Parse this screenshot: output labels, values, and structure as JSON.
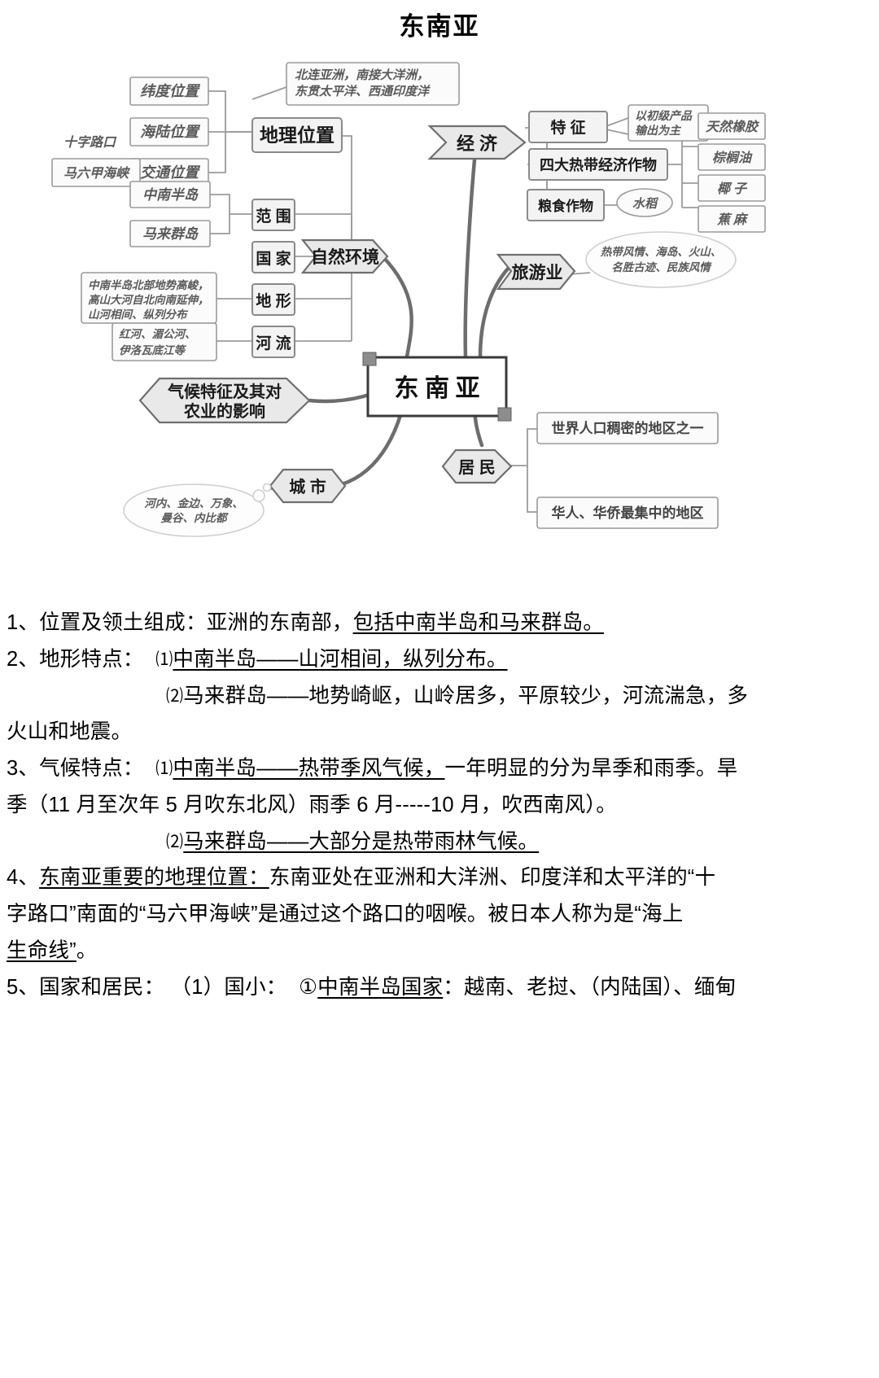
{
  "document": {
    "title": "东南亚"
  },
  "mindmap": {
    "center": "东 南 亚",
    "branches": {
      "geography_position": {
        "label": "地理位置",
        "note": [
          "北连亚洲，南接大洋洲，",
          "东贯太平洋、西通印度洋"
        ],
        "children": [
          {
            "label": "纬度位置"
          },
          {
            "label": "海陆位置"
          },
          {
            "label": "交通位置",
            "notes": [
              "十字路口",
              "马六甲海峡"
            ]
          }
        ]
      },
      "natural_env": {
        "label": "自然环境",
        "children": [
          {
            "label": "范 围",
            "notes": [
              "中南半岛",
              "马来群岛"
            ]
          },
          {
            "label": "国 家",
            "notes": []
          },
          {
            "label": "地 形",
            "notes": [
              "中南半岛北部地势高峻，",
              "高山大河自北向南延伸，",
              "山河相间、纵列分布"
            ]
          },
          {
            "label": "河 流",
            "notes": [
              "红河、湄公河、",
              "伊洛瓦底江等"
            ]
          }
        ]
      },
      "economy": {
        "label": "经 济",
        "children": [
          {
            "label": "特 征",
            "note": [
              "以初级产品",
              "输出为主"
            ]
          },
          {
            "label": "四大热带经济作物",
            "items": [
              "天然橡胶",
              "棕榈油",
              "椰 子",
              "蕉 麻"
            ]
          },
          {
            "label": "粮食作物",
            "items": [
              "水稻"
            ]
          }
        ]
      },
      "tourism": {
        "label": "旅游业",
        "note": [
          "热带风情、海岛、火山、",
          "名胜古迹、民族风情"
        ]
      },
      "residents": {
        "label": "居 民",
        "children": [
          "世界人口稠密的地区之一",
          "华人、华侨最集中的地区"
        ]
      },
      "cities": {
        "label": "城 市",
        "note": [
          "河内、金边、万象、",
          "曼谷、内比都"
        ]
      },
      "climate_agri": {
        "label_line1": "气候特征及其对",
        "label_line2": "农业的影响"
      }
    }
  },
  "notes": {
    "item1": {
      "number": "1、",
      "heading": "位置及领土组成：",
      "lead": "亚洲的东南部，",
      "underlined": "包括中南半岛和马来群岛。"
    },
    "item2": {
      "number": "2、",
      "heading": "地形特点：",
      "sub1_num": "⑴",
      "sub1_text": "中南半岛——山河相间，纵列分布。",
      "sub2_num": "⑵",
      "sub2_text": "马来群岛——地势崎岖，山岭居多，平原较少，河流湍急，多",
      "sub2_cont": "火山和地震。"
    },
    "item3": {
      "number": "3、",
      "heading": "气候特点：",
      "sub1_num": "⑴",
      "sub1_underlined": "中南半岛——热带季风气候，",
      "sub1_rest": "一年明显的分为旱季和雨季。旱",
      "sub1_cont": "季（11 月至次年 5 月吹东北风）雨季 6 月-----10 月，吹西南风）。",
      "sub2_num": "⑵",
      "sub2_text": "马来群岛——大部分是热带雨林气候。"
    },
    "item4": {
      "number": "4、",
      "heading": "东南亚重要的地理位置：",
      "line1_rest": "东南亚处在亚洲和大洋洲、印度洋和太平洋的“十",
      "line2": "字路口”南面的“马六甲海峡”是通过这个路口的咽喉。被日本人称为是“海上",
      "line3": "生命线”",
      "line3_tail": "。"
    },
    "item5": {
      "number": "5、",
      "heading": "国家和居民：",
      "sub1": "（1）国小：",
      "circ": "①",
      "underlined": "中南半岛国家",
      "rest": "：越南、老挝、（内陆国）、缅甸"
    }
  }
}
